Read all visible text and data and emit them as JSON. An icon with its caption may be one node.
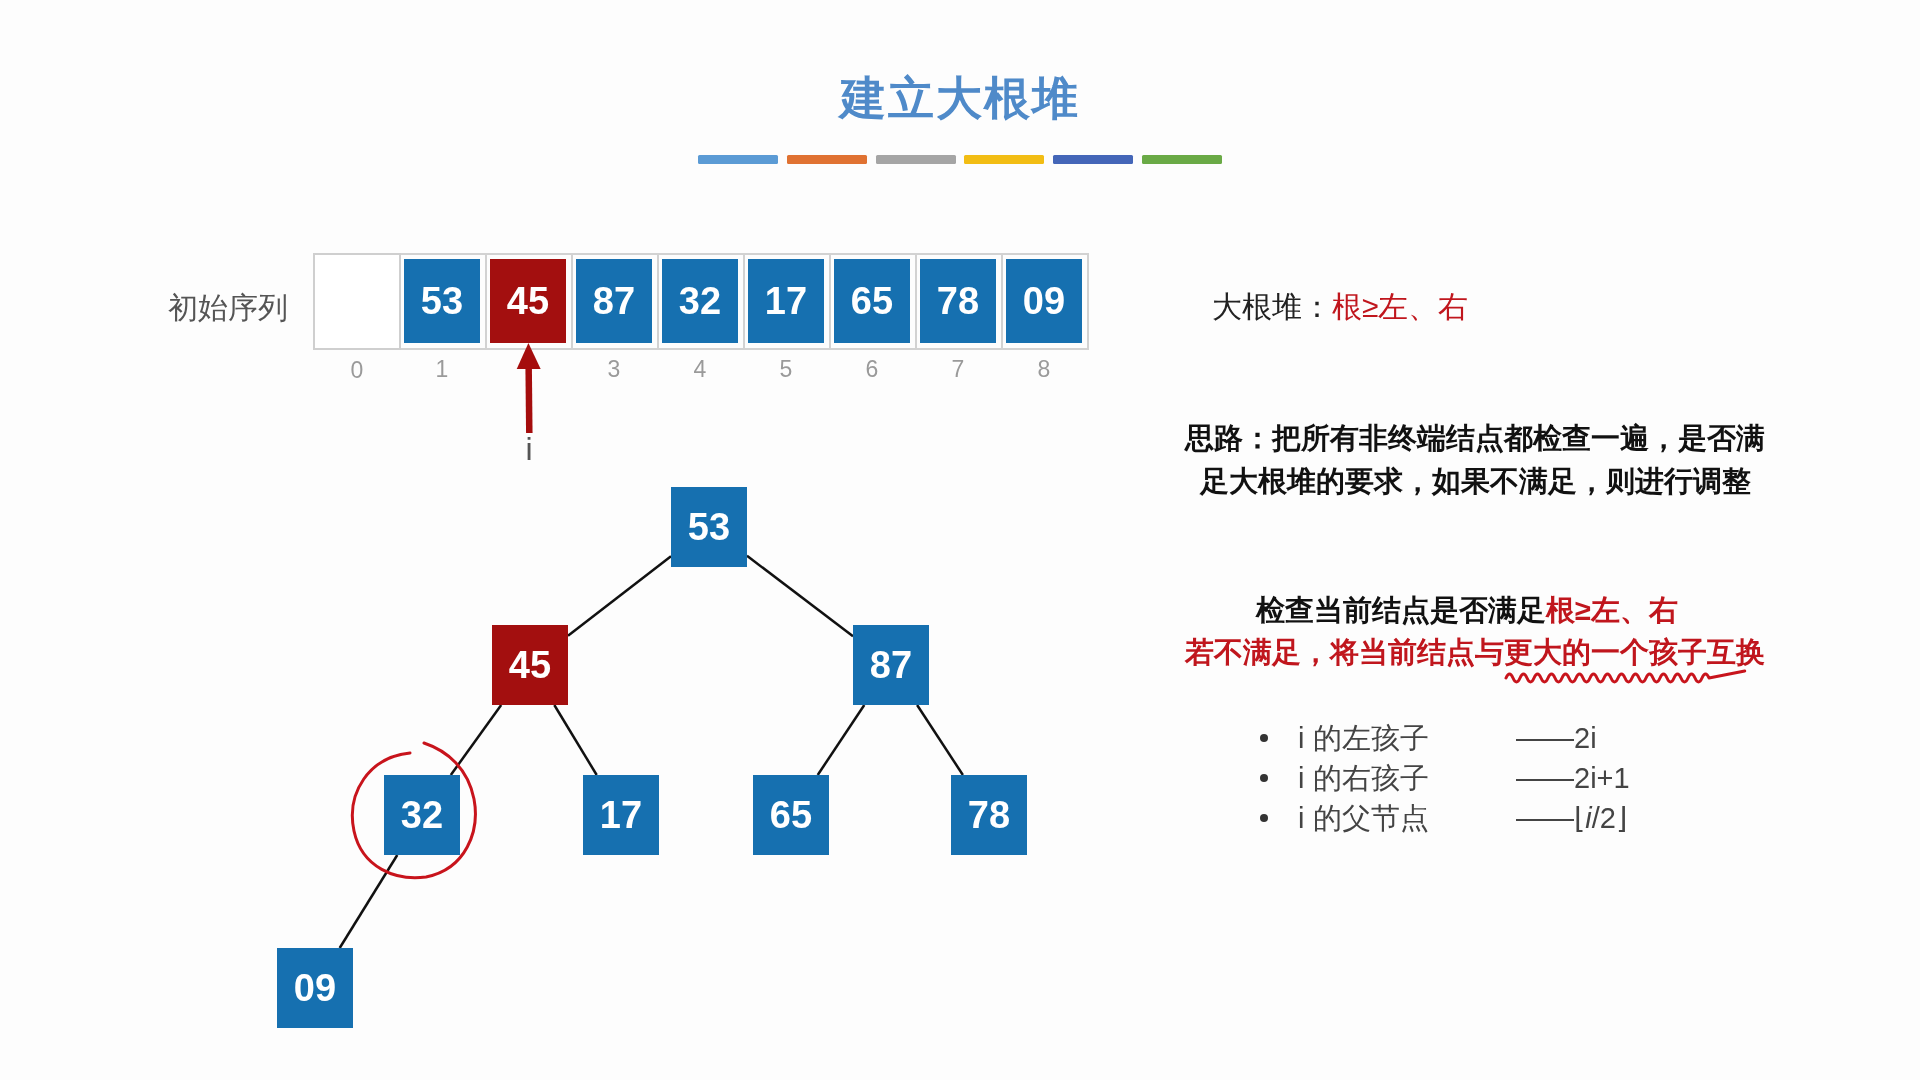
{
  "diagram": {
    "title": "建立大根堆",
    "nodes": [
      {
        "text": [],
        "shape": "box",
        "beside": [
          "0"
        ]
      },
      {
        "text": [
          "53"
        ],
        "beside": [
          "1"
        ]
      },
      {
        "text": [
          "45"
        ]
      },
      {
        "text": [
          "87"
        ],
        "beside": [
          "3"
        ]
      },
      {
        "text": [
          "32"
        ],
        "beside": [
          "4"
        ]
      },
      {
        "text": [
          "17"
        ],
        "beside": [
          "5"
        ]
      },
      {
        "text": [
          "65"
        ],
        "beside": [
          "6"
        ]
      },
      {
        "text": [
          "78"
        ],
        "beside": [
          "7"
        ]
      },
      {
        "text": [
          "09"
        ],
        "beside": [
          "8"
        ]
      },
      {
        "text": [
          "i"
        ]
      },
      {
        "text": [
          "53"
        ]
      },
      {
        "text": [
          "45"
        ]
      },
      {
        "text": [
          "87"
        ]
      },
      {
        "text": [
          "32"
        ]
      },
      {
        "text": [
          "17"
        ]
      },
      {
        "text": [
          "65"
        ]
      },
      {
        "text": [
          "78"
        ]
      },
      {
        "text": [
          "09"
        ]
      }
    ],
    "edges": [
      {
        "from": 9,
        "to": 2,
        "arrow": "to",
        "style": "thick",
        "color": "#a50d0d"
      },
      {
        "from": 10,
        "to": 11,
        "arrow": "none"
      },
      {
        "from": 10,
        "to": 12,
        "arrow": "none"
      },
      {
        "from": 11,
        "to": 13,
        "arrow": "none"
      },
      {
        "from": 11,
        "to": 14,
        "arrow": "none"
      },
      {
        "from": 12,
        "to": 15,
        "arrow": "none"
      },
      {
        "from": 12,
        "to": 16,
        "arrow": "none"
      },
      {
        "from": 13,
        "to": 17,
        "arrow": "none"
      }
    ],
    "labels": [
      "初始序列",
      "大根堆：",
      "根≥左、右",
      "思路：把所有非终端结点都检查一遍，是否满足大根堆的要求，如果不满足，则进行调整",
      "检查当前结点是否满足",
      "根≥左、右",
      "若不满足，将当前结点与更大的一个孩子互换",
      "i 的左孩子",
      "——2i",
      "i 的右孩子",
      "——2i+1",
      "i 的父节点",
      "——⌊*i*/2⌋"
    ]
  }
}
